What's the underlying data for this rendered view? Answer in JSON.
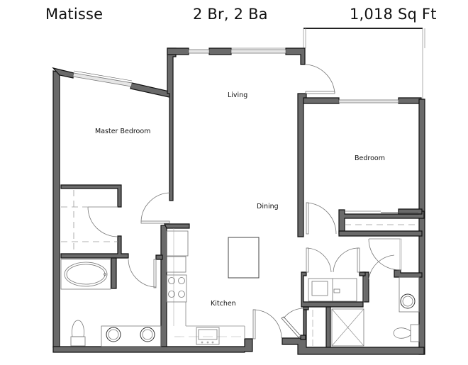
{
  "header": {
    "plan_name": "Matisse",
    "bed_bath": "2 Br, 2 Ba",
    "area": "1,018 Sq Ft"
  },
  "rooms": [
    {
      "id": "master-bedroom",
      "label": "Master Bedroom"
    },
    {
      "id": "living",
      "label": "Living"
    },
    {
      "id": "bedroom",
      "label": "Bedroom"
    },
    {
      "id": "dining",
      "label": "Dining"
    },
    {
      "id": "kitchen",
      "label": "Kitchen"
    }
  ],
  "colors": {
    "wall_fill": "#6a6a6a",
    "wall_outline": "#111111",
    "fixture_line": "#777777",
    "background": "#ffffff",
    "text": "#111111"
  }
}
